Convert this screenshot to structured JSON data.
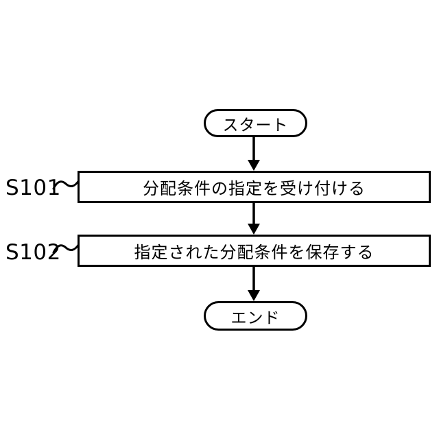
{
  "flowchart": {
    "type": "flowchart",
    "direction": "top-to-bottom",
    "start": {
      "label": "スタート"
    },
    "steps": [
      {
        "id": "S101",
        "label": "分配条件の指定を受け付ける"
      },
      {
        "id": "S102",
        "label": "指定された分配条件を保存する"
      }
    ],
    "end": {
      "label": "エンド"
    },
    "edges": [
      {
        "from": "start",
        "to": "S101"
      },
      {
        "from": "S101",
        "to": "S102"
      },
      {
        "from": "S102",
        "to": "end"
      }
    ]
  },
  "colors": {
    "line": "#000000",
    "text": "#000000",
    "background": "#ffffff"
  }
}
